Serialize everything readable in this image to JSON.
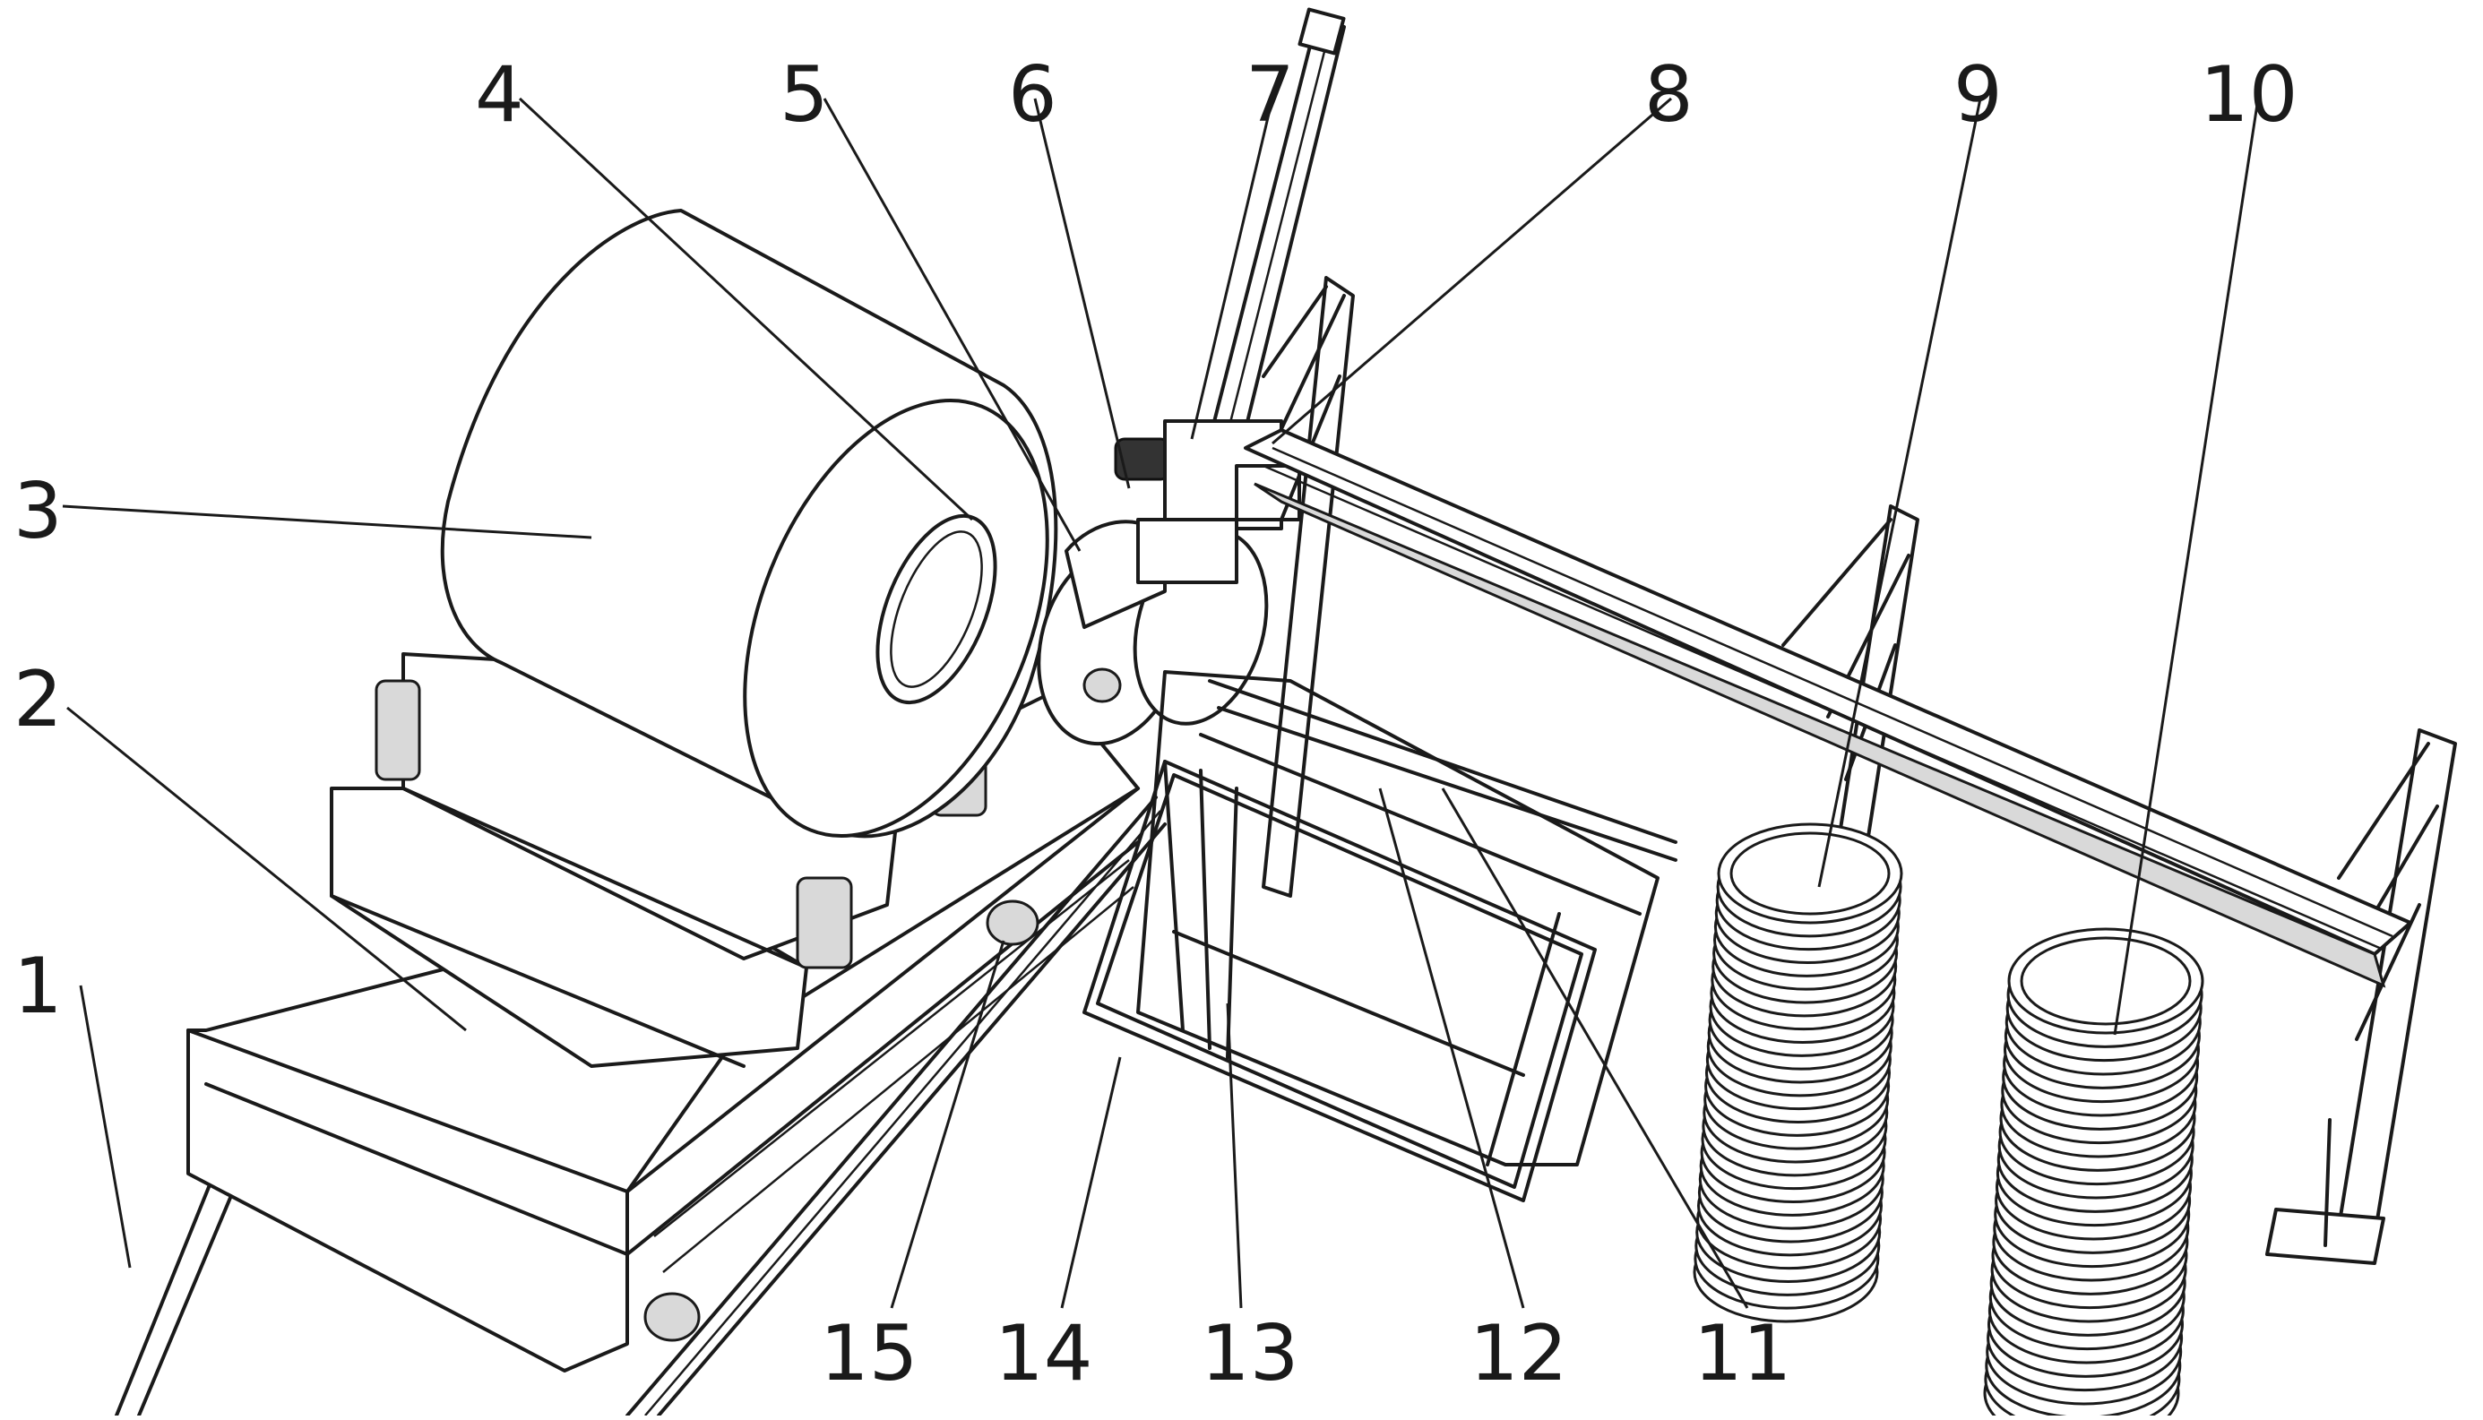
{
  "figure": {
    "callouts": [
      "1",
      "2",
      "3",
      "4",
      "5",
      "6",
      "7",
      "8",
      "9",
      "10",
      "11",
      "12",
      "13",
      "14",
      "15"
    ]
  }
}
